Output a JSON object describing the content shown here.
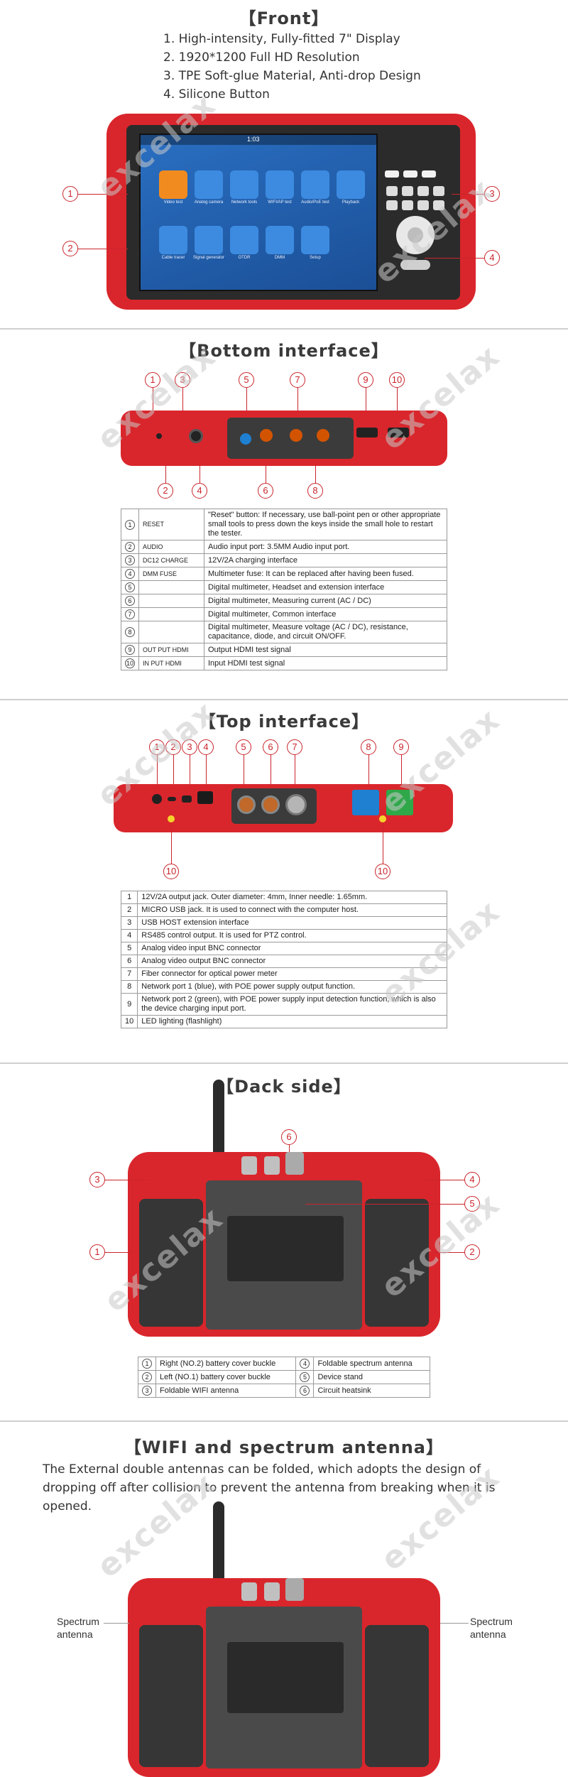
{
  "front": {
    "title": "【Front】",
    "features": [
      "1. High-intensity, Fully-fitted 7\" Display",
      "2. 1920*1200 Full HD Resolution",
      "3. TPE Soft-glue Material, Anti-drop Design",
      "4. Silicone Button"
    ],
    "screen_time": "1:03",
    "apps_row1": [
      "Video test",
      "Analog camera",
      "Network tools",
      "WIFI/AP test",
      "Audio/PoE test",
      "Playback"
    ],
    "apps_row2": [
      "Cable tracer",
      "Signal generator",
      "OTDR",
      "DMM",
      "Setup"
    ],
    "callouts": [
      "1",
      "2",
      "3",
      "4"
    ]
  },
  "bottom": {
    "title": "【Bottom interface】",
    "callouts_top": [
      "1",
      "3",
      "5",
      "7",
      "9",
      "10"
    ],
    "callouts_bottom": [
      "2",
      "4",
      "6",
      "8"
    ],
    "rows": [
      {
        "num": "1",
        "name": "RESET",
        "desc": "\"Reset\" button: If necessary, use ball-point pen or other appropriate small tools to press down the keys inside the small hole to restart the tester."
      },
      {
        "num": "2",
        "name": "AUDIO",
        "desc": "Audio input port: 3.5MM Audio input port."
      },
      {
        "num": "3",
        "name": "DC12 CHARGE",
        "desc": "12V/2A charging interface"
      },
      {
        "num": "4",
        "name": "DMM FUSE",
        "desc": "Multimeter fuse: It can be replaced after having been fused."
      },
      {
        "num": "5",
        "name": "",
        "desc": "Digital multimeter, Headset and extension interface"
      },
      {
        "num": "6",
        "name": "",
        "desc": "Digital multimeter, Measuring current (AC / DC)"
      },
      {
        "num": "7",
        "name": "",
        "desc": "Digital multimeter, Common interface"
      },
      {
        "num": "8",
        "name": "",
        "desc": "Digital multimeter, Measure voltage (AC / DC), resistance, capacitance, diode, and circuit ON/OFF."
      },
      {
        "num": "9",
        "name": "OUT PUT HDMI",
        "desc": "Output HDMI test signal"
      },
      {
        "num": "10",
        "name": "IN PUT HDMI",
        "desc": "Input HDMI test signal"
      }
    ]
  },
  "top": {
    "title": "【Top interface】",
    "callouts_top": [
      "1",
      "2",
      "3",
      "4",
      "5",
      "6",
      "7",
      "8",
      "9"
    ],
    "callouts_bottom": [
      "10",
      "10"
    ],
    "rows": [
      {
        "num": "1",
        "desc": "12V/2A output jack. Outer diameter: 4mm, Inner needle: 1.65mm."
      },
      {
        "num": "2",
        "desc": "MICRO USB jack. It is used to connect with the computer host."
      },
      {
        "num": "3",
        "desc": "USB HOST extension interface"
      },
      {
        "num": "4",
        "desc": "RS485 control output. It is used for PTZ control."
      },
      {
        "num": "5",
        "desc": "Analog video input BNC connector"
      },
      {
        "num": "6",
        "desc": "Analog video output BNC connector"
      },
      {
        "num": "7",
        "desc": "Fiber connector for optical power meter"
      },
      {
        "num": "8",
        "desc": "Network port 1 (blue), with POE power supply output function."
      },
      {
        "num": "9",
        "desc": "Network port 2 (green), with POE power supply input detection function, which is also the device charging input port."
      },
      {
        "num": "10",
        "desc": "LED lighting (flashlight)"
      }
    ]
  },
  "back": {
    "title": "【Dack side】",
    "callouts": [
      "6",
      "3",
      "4",
      "5",
      "1",
      "2"
    ],
    "rows": [
      {
        "n1": "1",
        "d1": "Right (NO.2) battery cover buckle",
        "n2": "4",
        "d2": "Foldable spectrum antenna"
      },
      {
        "n1": "2",
        "d1": "Left (NO.1) battery cover buckle",
        "n2": "5",
        "d2": "Device stand"
      },
      {
        "n1": "3",
        "d1": "Foldable WIFI antenna",
        "n2": "6",
        "d2": "Circuit heatsink"
      }
    ]
  },
  "antenna": {
    "title": "【WIFI and spectrum antenna】",
    "text": "The External double antennas can be folded, which adopts the design of dropping off after collision to prevent the antenna from breaking when it is opened.",
    "left_label": "Spectrum antenna",
    "right_label": "Spectrum antenna"
  },
  "watermark": "excelax",
  "colors": {
    "device_red": "#d9262c",
    "callout_red": "#c9252c",
    "screen_blue": "#2d78c6",
    "port_blue": "#1f7fd1",
    "port_green": "#2fa84a"
  }
}
